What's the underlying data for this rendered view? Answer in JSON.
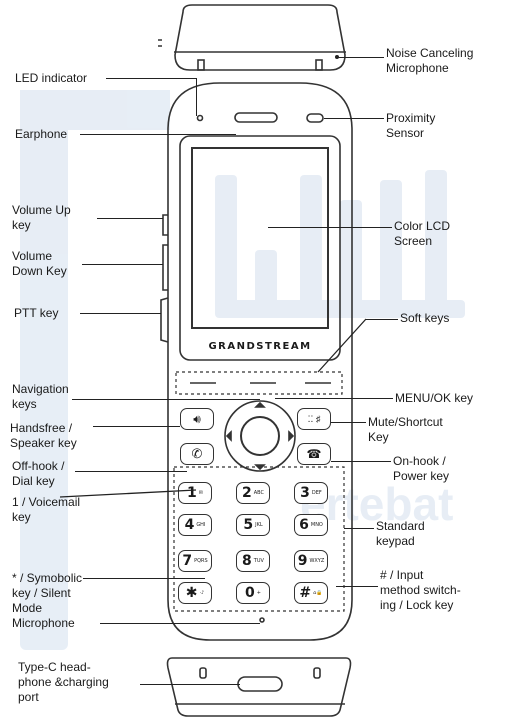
{
  "brand": "GRANDSTREAM",
  "labels": {
    "noise_mic": "Noise Canceling\nMicrophone",
    "led": "LED indicator",
    "earphone": "Earphone",
    "proximity": "Proximity\nSensor",
    "vol_up": "Volume  Up\nkey",
    "vol_down": "Volume\nDown Key",
    "lcd": "Color LCD\nScreen",
    "ptt": "PTT key",
    "soft": "Soft keys",
    "nav": "Navigation\nkeys",
    "menu": "MENU/OK key",
    "handsfree": "Handsfree /\nSpeaker key",
    "mute": "Mute/Shortcut\nKey",
    "offhook": "Off-hook /\nDial key",
    "onhook": "On-hook /\nPower key",
    "voicemail": "1 / Voicemail\nkey",
    "keypad": "Standard\nkeypad",
    "star": "* / Symobolic\nkey / Silent\nMode",
    "hash": "# / Input\nmethod switch-\ning / Lock key",
    "mic": "Microphone",
    "typec": "Type-C head-\nphone &charging\nport"
  },
  "keys": [
    {
      "d": "1",
      "l": "✉"
    },
    {
      "d": "2",
      "l": "ABC"
    },
    {
      "d": "3",
      "l": "DEF"
    },
    {
      "d": "4",
      "l": "GHI"
    },
    {
      "d": "5",
      "l": "JKL"
    },
    {
      "d": "6",
      "l": "MNO"
    },
    {
      "d": "7",
      "l": "PQRS"
    },
    {
      "d": "8",
      "l": "TUV"
    },
    {
      "d": "9",
      "l": "WXYZ"
    },
    {
      "d": "✱",
      "l": "·♪"
    },
    {
      "d": "0",
      "l": "+"
    },
    {
      "d": "#",
      "l": "⌂🔒"
    }
  ],
  "icons": {
    "speaker": "speaker-icon",
    "mute": "mute-icon",
    "dial": "phone-icon",
    "power": "hangup-icon"
  },
  "colors": {
    "outline": "#333333",
    "watermark": "#cfdcec"
  }
}
